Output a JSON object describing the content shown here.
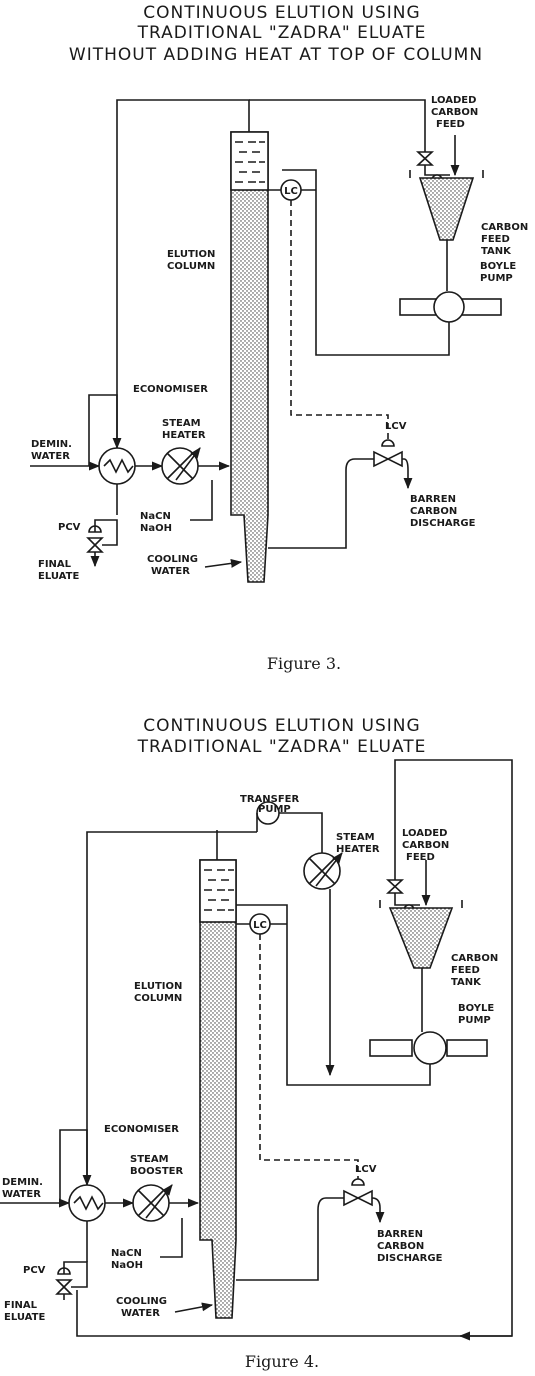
{
  "figure3": {
    "title_lines": [
      "CONTINUOUS ELUTION USING",
      "TRADITIONAL \"ZADRA\" ELUATE",
      "WITHOUT ADDING HEAT AT TOP OF COLUMN"
    ],
    "loaded_carbon_feed": [
      "LOADED",
      "CARBON",
      "FEED"
    ],
    "lc": "LC",
    "elution_column": [
      "ELUTION",
      "COLUMN"
    ],
    "carbon_feed_tank": [
      "CARBON",
      "FEED",
      "TANK"
    ],
    "boyle_pump": [
      "BOYLE",
      "PUMP"
    ],
    "economiser": "ECONOMISER",
    "demin_water": [
      "DEMIN.",
      "WATER"
    ],
    "steam_heater": [
      "STEAM",
      "HEATER"
    ],
    "lcv": "LCV",
    "barren_carbon_discharge": [
      "BARREN",
      "CARBON",
      "DISCHARGE"
    ],
    "pcv": "PCV",
    "nacn_naoh": [
      "NaCN",
      "NaOH"
    ],
    "final_eluate": [
      "FINAL",
      "ELUATE"
    ],
    "cooling_water": [
      "COOLING",
      "WATER"
    ],
    "caption": "Figure 3."
  },
  "figure4": {
    "title_lines": [
      "CONTINUOUS ELUTION USING",
      "TRADITIONAL \"ZADRA\" ELUATE"
    ],
    "transfer_pump": [
      "TRANSFER",
      "PUMP"
    ],
    "steam_heater": [
      "STEAM",
      "HEATER"
    ],
    "loaded_carbon_feed": [
      "LOADED",
      "CARBON",
      "FEED"
    ],
    "lc": "LC",
    "elution_column": [
      "ELUTION",
      "COLUMN"
    ],
    "carbon_feed_tank": [
      "CARBON",
      "FEED",
      "TANK"
    ],
    "boyle_pump": [
      "BOYLE",
      "PUMP"
    ],
    "economiser": "ECONOMISER",
    "demin_water": [
      "DEMIN.",
      "WATER"
    ],
    "steam_booster": [
      "STEAM",
      "BOOSTER"
    ],
    "lcv": "LCV",
    "barren_carbon_discharge": [
      "BARREN",
      "CARBON",
      "DISCHARGE"
    ],
    "pcv": "PCV",
    "nacn_naoh": [
      "NaCN",
      "NaOH"
    ],
    "final_eluate": [
      "FINAL",
      "ELUATE"
    ],
    "cooling_water": [
      "COOLING",
      "WATER"
    ],
    "caption": "Figure 4."
  }
}
